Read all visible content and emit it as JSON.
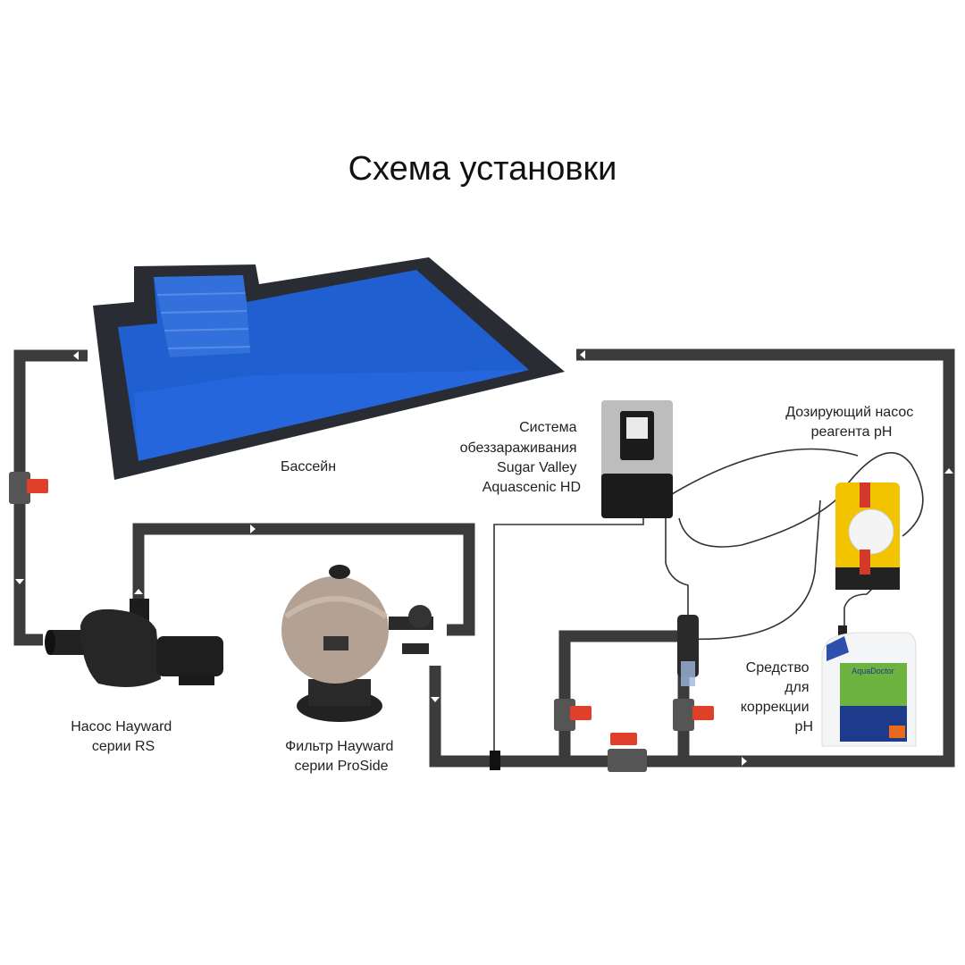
{
  "title": "Схема установки",
  "labels": {
    "pool": "Бассейн",
    "disinfection": [
      "Система",
      "обеззараживания",
      "Sugar Valley",
      "Aquascenic HD"
    ],
    "dosing_pump": [
      "Дозирующий насос",
      "реагента pH"
    ],
    "ph_product": [
      "Средство",
      "для",
      "коррекции",
      "pH"
    ],
    "pump": [
      "Насос Hayward",
      "серии RS"
    ],
    "filter": [
      "Фильтр Hayward",
      "серии ProSide"
    ]
  },
  "product_brand": "AquaDoctor",
  "colors": {
    "pipe": "#3b3b3b",
    "valve_handle": "#e0402a",
    "pool_water": "#1f5fd0",
    "dosing_pump": "#f2c400"
  }
}
